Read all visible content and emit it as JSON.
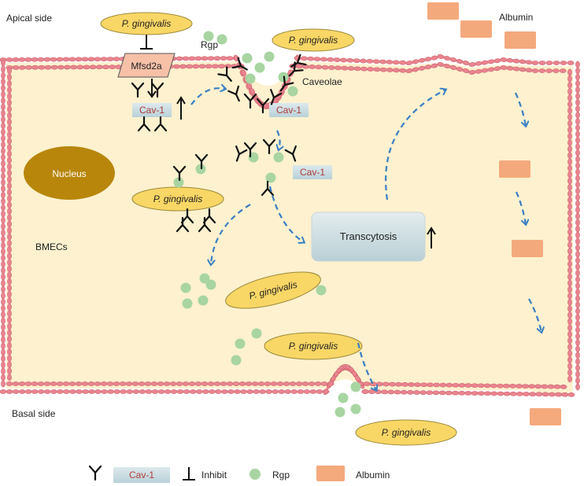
{
  "labels": {
    "apical_side": "Apical side",
    "basal_side": "Basal side",
    "bmecs": "BMECs",
    "nucleus": "Nucleus",
    "caveolae": "Caveolae",
    "rgp": "Rgp",
    "albumin": "Albumin",
    "mfsd2a": "Mfsd2a",
    "transcytosis": "Transcytosis",
    "cav1": "Cav-1",
    "pathogen": "P. gingivalis"
  },
  "legend": {
    "cav1": "Cav-1",
    "inhibit": "Inhibit",
    "rgp": "Rgp",
    "albumin": "Albumin"
  },
  "colors": {
    "cell_fill": "#fdf1cf",
    "membrane": "#e9848f",
    "membrane_edge": "#c95b68",
    "bacteria": "#f9d766",
    "nucleus": "#b8860b",
    "rgp": "#a8d5a2",
    "albumin": "#f4a97c",
    "arrow": "#3a7fc4",
    "mfsd2a": "#f7c1a8",
    "cav1_box": "#c9dde3",
    "cav1_text": "#b03a3a"
  }
}
